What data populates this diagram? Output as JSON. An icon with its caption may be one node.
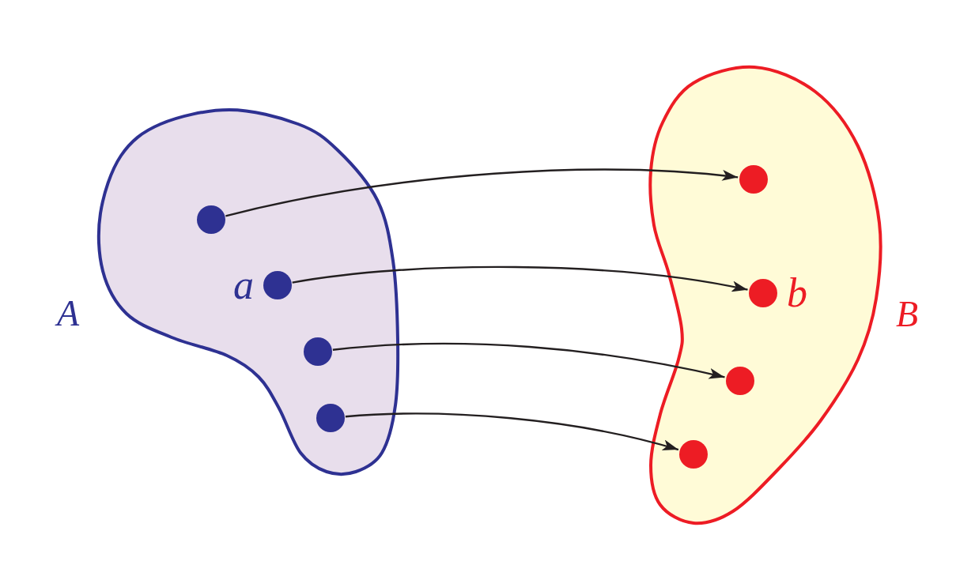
{
  "diagram": {
    "nodes": [
      {
        "text": [
          "A"
        ]
      },
      {
        "text": [],
        "shape": "circle",
        "in": 0
      },
      {
        "text": [],
        "shape": "circle",
        "in": 0,
        "beside": [
          "a"
        ]
      },
      {
        "text": [],
        "shape": "circle",
        "in": 0
      },
      {
        "text": [],
        "shape": "circle",
        "in": 0
      },
      {
        "text": [
          "B"
        ]
      },
      {
        "text": [],
        "shape": "circle",
        "in": 5
      },
      {
        "text": [],
        "shape": "circle",
        "in": 5,
        "beside": [
          "b"
        ]
      },
      {
        "text": [],
        "shape": "circle",
        "in": 5
      },
      {
        "text": [],
        "shape": "circle",
        "in": 5
      }
    ],
    "edges": [
      {
        "from": 1,
        "to": 6,
        "arrow": "to"
      },
      {
        "from": 2,
        "to": 7,
        "arrow": "to"
      },
      {
        "from": 3,
        "to": 8,
        "arrow": "to"
      },
      {
        "from": 4,
        "to": 9,
        "arrow": "to"
      }
    ]
  }
}
